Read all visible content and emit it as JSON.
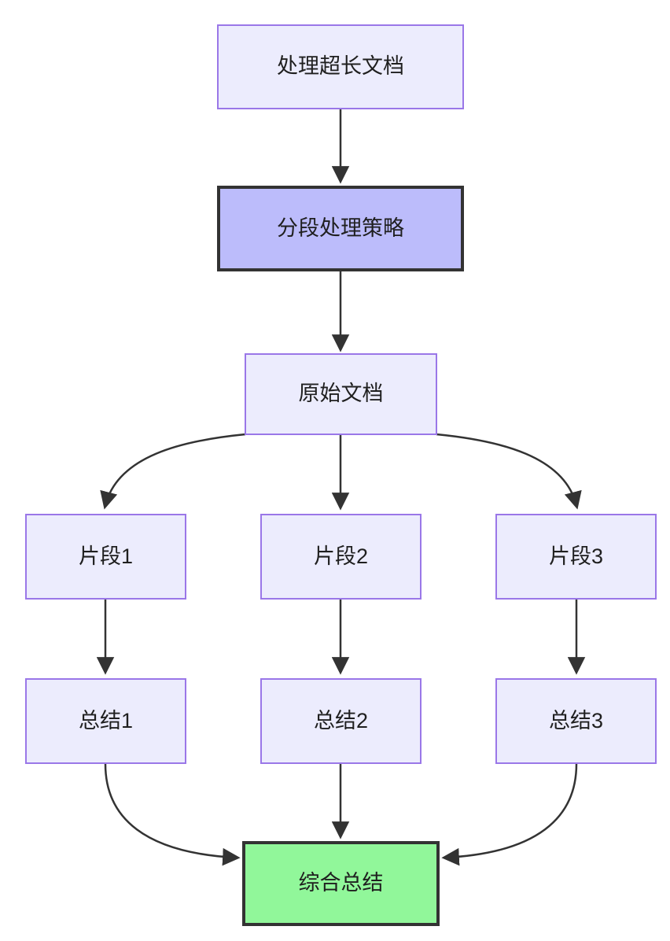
{
  "diagram": {
    "type": "flowchart",
    "direction": "top-down",
    "background_color": "#ffffff",
    "edge_color": "#333333",
    "styles": {
      "normal_fill": "#ececfd",
      "normal_border": "#9a77e8",
      "highlight_fill": "#bcbcfb",
      "highlight_border": "#333333",
      "final_fill": "#91f79a",
      "final_border": "#333333",
      "text_color": "#1f1f1f"
    },
    "nodes": [
      {
        "id": "doc",
        "label": "处理超长文档",
        "style": "normal"
      },
      {
        "id": "strategy",
        "label": "分段处理策略",
        "style": "highlight"
      },
      {
        "id": "source",
        "label": "原始文档",
        "style": "normal"
      },
      {
        "id": "frag1",
        "label": "片段1",
        "style": "normal"
      },
      {
        "id": "frag2",
        "label": "片段2",
        "style": "normal"
      },
      {
        "id": "frag3",
        "label": "片段3",
        "style": "normal"
      },
      {
        "id": "sum1",
        "label": "总结1",
        "style": "normal"
      },
      {
        "id": "sum2",
        "label": "总结2",
        "style": "normal"
      },
      {
        "id": "sum3",
        "label": "总结3",
        "style": "normal"
      },
      {
        "id": "final",
        "label": "综合总结",
        "style": "final"
      }
    ],
    "edges": [
      {
        "from": "doc",
        "to": "strategy",
        "shape": "straight"
      },
      {
        "from": "strategy",
        "to": "source",
        "shape": "straight"
      },
      {
        "from": "source",
        "to": "frag1",
        "shape": "curve"
      },
      {
        "from": "source",
        "to": "frag2",
        "shape": "straight"
      },
      {
        "from": "source",
        "to": "frag3",
        "shape": "curve"
      },
      {
        "from": "frag1",
        "to": "sum1",
        "shape": "straight"
      },
      {
        "from": "frag2",
        "to": "sum2",
        "shape": "straight"
      },
      {
        "from": "frag3",
        "to": "sum3",
        "shape": "straight"
      },
      {
        "from": "sum1",
        "to": "final",
        "shape": "curve"
      },
      {
        "from": "sum2",
        "to": "final",
        "shape": "straight"
      },
      {
        "from": "sum3",
        "to": "final",
        "shape": "curve"
      }
    ]
  }
}
